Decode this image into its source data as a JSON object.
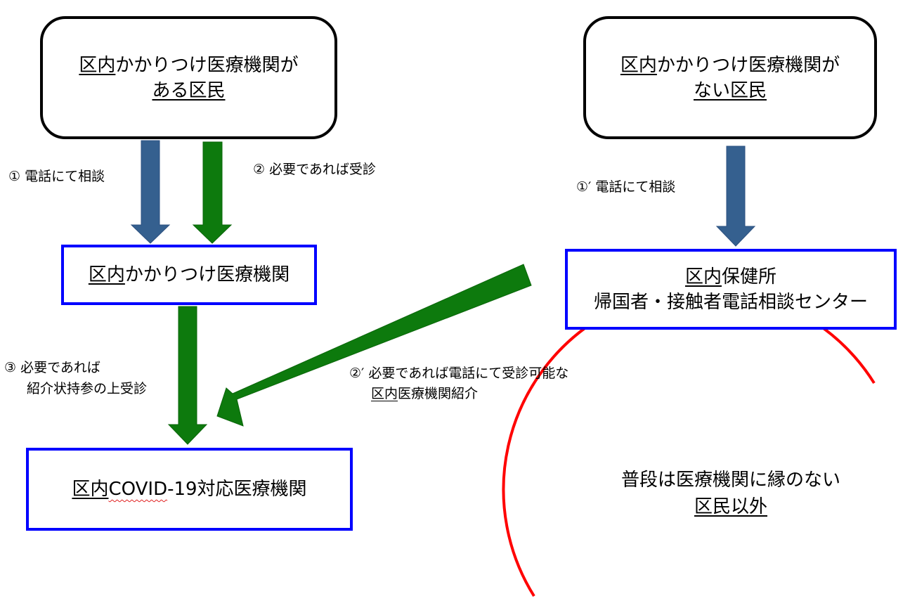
{
  "colors": {
    "primary_arrow": "#35608f",
    "secondary_arrow": "#0d7a0d",
    "box_border_rounded": "#000000",
    "box_border_square": "#0000ff",
    "circle": "#ff0000"
  },
  "boxes": {
    "top_left": {
      "line1_u": "区内",
      "line1_rest": "かかりつけ医療機関が",
      "line2_u": "ある区民"
    },
    "top_right": {
      "line1_u": "区内",
      "line1_rest": "かかりつけ医療機関が",
      "line2_u": "ない区民"
    },
    "middle_left": {
      "u": "区内",
      "rest": "かかりつけ医療機関"
    },
    "middle_right": {
      "line1_u": "区内",
      "line1_rest": "保健所",
      "line2": "帰国者・接触者電話相談センター"
    },
    "bottom_left": {
      "u": "区内",
      "covid": "COVID",
      "rest": "-19対応医療機関"
    }
  },
  "labels": {
    "step1": "① 電話にて相談",
    "step2": "② 必要であれば受診",
    "step1_prime": "①′ 電話にて相談",
    "step3_line1": "③ 必要であれば",
    "step3_line2": "紹介状持参の上受診",
    "step2_prime_line1": "②′ 必要であれば電話にて受診可能な",
    "step2_prime_line2_u": "区内",
    "step2_prime_line2_rest": "医療機関紹介"
  },
  "circle": {
    "line1": "普段は医療機関に縁のない",
    "line2_u": "区民以外"
  }
}
